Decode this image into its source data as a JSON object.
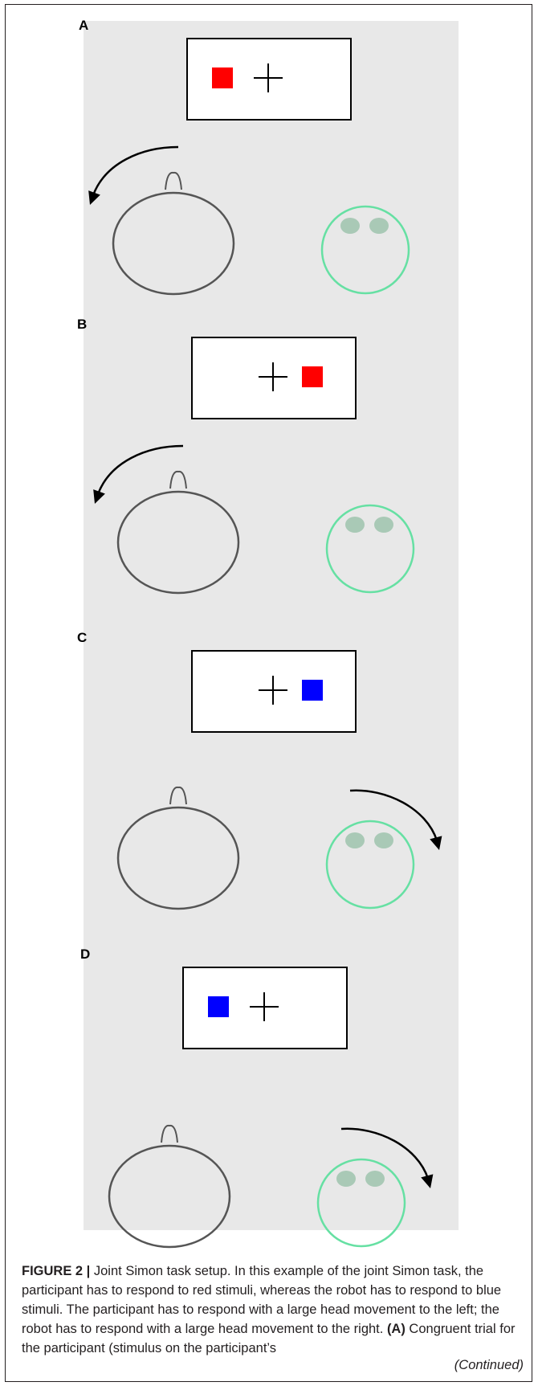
{
  "figure": {
    "panels": [
      {
        "letter": "A",
        "stimulus_color": "#ff0000",
        "stimulus_side": "left",
        "turning_agent": "participant"
      },
      {
        "letter": "B",
        "stimulus_color": "#ff0000",
        "stimulus_side": "right",
        "turning_agent": "participant"
      },
      {
        "letter": "C",
        "stimulus_color": "#0000ff",
        "stimulus_side": "right",
        "turning_agent": "robot"
      },
      {
        "letter": "D",
        "stimulus_color": "#0000ff",
        "stimulus_side": "left",
        "turning_agent": "robot"
      }
    ],
    "colors": {
      "background": "#e8e8e8",
      "participant_outline": "#555555",
      "robot_outline": "#66e0a3",
      "robot_eyes": "#a9c9b6"
    }
  },
  "caption": {
    "label": "FIGURE 2 |",
    "text": " Joint Simon task setup. In this example of the joint Simon task, the participant has to respond to red stimuli, whereas the robot has to respond to blue stimuli. The participant has to respond with a large head movement to the left; the robot has to respond with a large head movement to the right. ",
    "panel_ref": "(A)",
    "text_after": " Congruent trial for the participant (stimulus on the participant’s",
    "continued": "(Continued)"
  }
}
